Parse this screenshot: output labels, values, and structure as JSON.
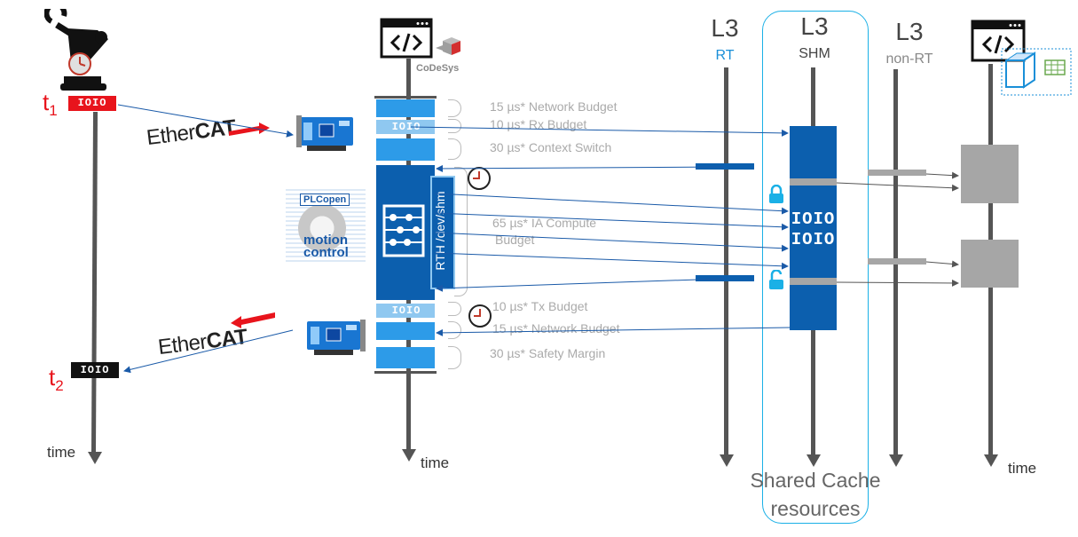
{
  "robot": {
    "t1_label": "t",
    "t1_sub": "1",
    "t2_label": "t",
    "t2_sub": "2",
    "t1_chip": "IOIO",
    "t2_chip": "IOIO",
    "time_label": "time"
  },
  "ethercat": {
    "top": "Ether",
    "top_bold": "CAT",
    "bottom": "Ether",
    "bottom_bold": "CAT"
  },
  "codesys": {
    "label": "CoDeSys",
    "time_label": "time",
    "rx_chip": "IOIO",
    "tx_chip": "IOIO",
    "rth_label": "RTH /dev/shm"
  },
  "plcopen": {
    "line1": "PLCopen",
    "line2": "motion",
    "line3": "control"
  },
  "budgets": {
    "network_budget": "15 µs* Network Budget",
    "rx_budget": "10 µs* Rx Budget",
    "context_switch": "30 µs* Context Switch",
    "ia_compute_1": "65 µs* IA Compute",
    "ia_compute_2": "Budget",
    "tx_budget": "10 µs* Tx Budget",
    "network_budget_2": "15 µs* Network  Budget",
    "safety_margin": "30 µs* Safety Margin"
  },
  "l3": {
    "rt": {
      "title": "L3",
      "sub": "RT"
    },
    "shm": {
      "title": "L3",
      "sub": "SHM",
      "chip1": "IOIO",
      "chip2": "IOIO"
    },
    "nonrt": {
      "title": "L3",
      "sub": "non-RT"
    }
  },
  "shared_cache": {
    "line1": "Shared Cache",
    "line2": "resources"
  },
  "right_app": {
    "time_label": "time"
  },
  "colors": {
    "red": "#e8141c",
    "blue": "#0c5fae",
    "mid_blue": "#2d9be8",
    "light_blue": "#8fc8f0",
    "cyan": "#1ab0e6",
    "gray": "#a6a6a6",
    "label_gray": "#aaaaaa"
  }
}
